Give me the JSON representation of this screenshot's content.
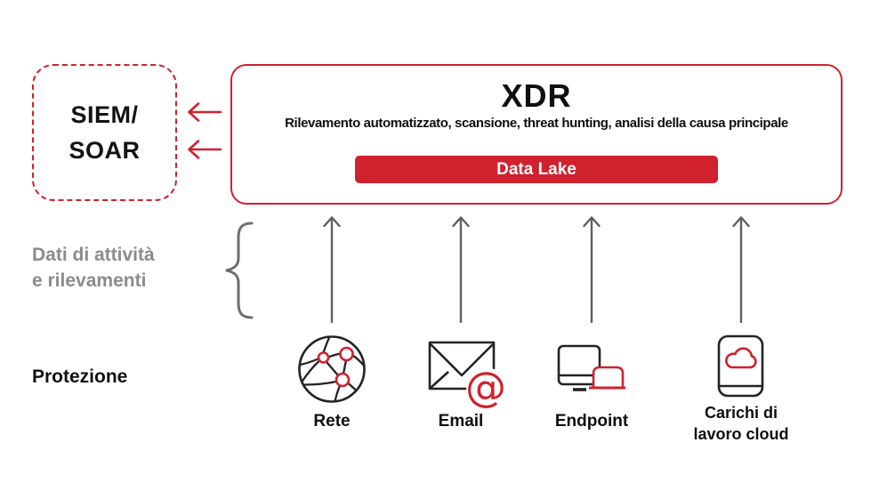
{
  "palette": {
    "red": "#d0212e",
    "text_dark": "#121212",
    "gray_text": "#8b8b8b",
    "arrow_gray": "#5f5f5f",
    "icon_stroke": "#232323"
  },
  "siem": {
    "line1": "SIEM/",
    "line2": "SOAR"
  },
  "xdr": {
    "title": "XDR",
    "subtitle": "Rilevamento automatizzato, scansione, threat hunting, analisi della causa principale",
    "data_lake": "Data Lake"
  },
  "labels": {
    "activity_line1": "Dati di attività",
    "activity_line2": "e rilevamenti",
    "protection": "Protezione"
  },
  "sources": [
    {
      "label": "Rete",
      "icon": "network-globe-icon"
    },
    {
      "label": "Email",
      "icon": "email-at-icon",
      "at_symbol": "@"
    },
    {
      "label": "Endpoint",
      "icon": "endpoint-devices-icon"
    },
    {
      "label": "Carichi di lavoro cloud",
      "icon": "cloud-workload-icon"
    }
  ]
}
